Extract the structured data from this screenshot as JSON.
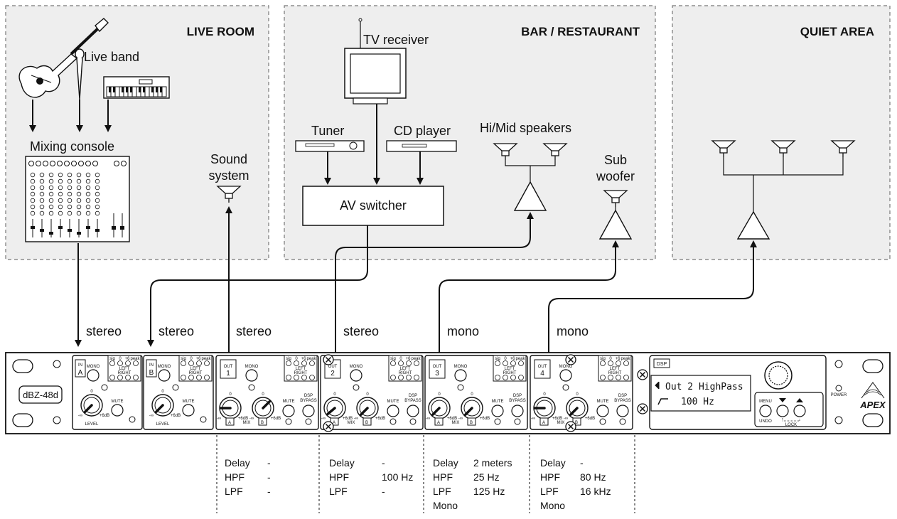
{
  "zones": {
    "live_room": "LIVE ROOM",
    "bar": "BAR / RESTAURANT",
    "quiet": "QUIET AREA"
  },
  "sources": {
    "live_band": "Live band",
    "mixing_console": "Mixing console",
    "tv_receiver": "TV receiver",
    "tuner": "Tuner",
    "cd_player": "CD player",
    "av_switcher": "AV switcher",
    "sound_system_1": "Sound",
    "sound_system_2": "system",
    "hi_mid": "Hi/Mid speakers",
    "sub_1": "Sub",
    "sub_2": "woofer"
  },
  "channels": [
    "stereo",
    "stereo",
    "stereo",
    "stereo",
    "mono",
    "mono"
  ],
  "device": {
    "model": "dBZ-48d",
    "inputs": [
      {
        "id": "IN",
        "letter": "A"
      },
      {
        "id": "IN",
        "letter": "B"
      }
    ],
    "outputs": [
      "1",
      "2",
      "3",
      "4"
    ],
    "out_label": "OUT",
    "mono": "MONO",
    "mute": "MUTE",
    "dsp": "DSP",
    "bypass": "BYPASS",
    "level": "LEVEL",
    "mix": "MIX",
    "sig": "sig",
    "zero": "0",
    "p6": "+6",
    "peak": "peak",
    "left": "LEFT",
    "right": "RIGHT",
    "knob_zero": "0",
    "neg_inf": "-∞",
    "plus6db": "+6dB",
    "knob_a": "A",
    "knob_b": "B",
    "display_line1": "Out 2 HighPass",
    "display_line2": "100 Hz",
    "menu": "MENU",
    "undo": "UNDO",
    "lock": "LOCK",
    "power": "POWER",
    "brand": "APEX"
  },
  "settings": [
    {
      "labels": [
        "Delay",
        "HPF",
        "LPF"
      ],
      "values": [
        "-",
        "-",
        "-"
      ]
    },
    {
      "labels": [
        "Delay",
        "HPF",
        "LPF"
      ],
      "values": [
        "-",
        "100 Hz",
        "-"
      ]
    },
    {
      "labels": [
        "Delay",
        "HPF",
        "LPF",
        "Mono"
      ],
      "values": [
        "2 meters",
        "25 Hz",
        "125 Hz",
        ""
      ]
    },
    {
      "labels": [
        "Delay",
        "HPF",
        "LPF",
        "Mono"
      ],
      "values": [
        "-",
        "80 Hz",
        "16 kHz",
        ""
      ]
    }
  ]
}
